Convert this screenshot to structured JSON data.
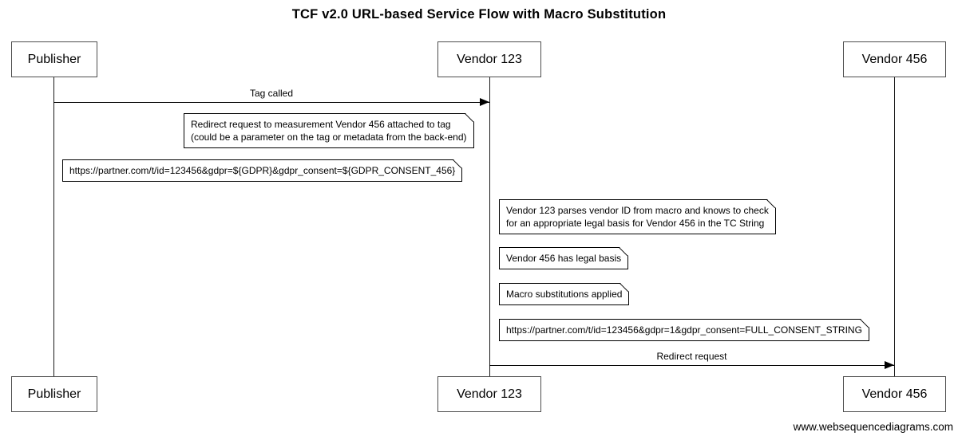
{
  "title": "TCF v2.0 URL-based Service Flow with Macro Substitution",
  "watermark": "www.websequencediagrams.com",
  "actors": [
    {
      "label": "Publisher"
    },
    {
      "label": "Vendor 123"
    },
    {
      "label": "Vendor 456"
    }
  ],
  "messages": [
    {
      "from": "Publisher",
      "to": "Vendor 123",
      "label": "Tag called"
    },
    {
      "from": "Vendor 123",
      "to": "Vendor 456",
      "label": "Redirect request"
    }
  ],
  "notes": [
    {
      "over": "Publisher to Vendor 123",
      "lines": [
        "Redirect request to measurement Vendor 456 attached to tag",
        "(could be a parameter on the tag or metadata from the back-end)"
      ]
    },
    {
      "over": "Publisher to Vendor 123",
      "lines": [
        "https://partner.com/t/id=123456&gdpr=${GDPR}&gdpr_consent=${GDPR_CONSENT_456}"
      ]
    },
    {
      "over": "Vendor 123",
      "lines": [
        "Vendor 123 parses vendor ID from macro and knows to check",
        "for an appropriate legal basis for Vendor 456 in the TC String"
      ]
    },
    {
      "over": "Vendor 123",
      "lines": [
        "Vendor 456 has legal basis"
      ]
    },
    {
      "over": "Vendor 123",
      "lines": [
        "Macro substitutions applied"
      ]
    },
    {
      "over": "Vendor 123 to Vendor 456",
      "lines": [
        "https://partner.com/t/id=123456&gdpr=1&gdpr_consent=FULL_CONSENT_STRING"
      ]
    }
  ],
  "colors": {
    "line": "#000000",
    "actor_border": "#4d4d4d",
    "background": "#ffffff"
  }
}
